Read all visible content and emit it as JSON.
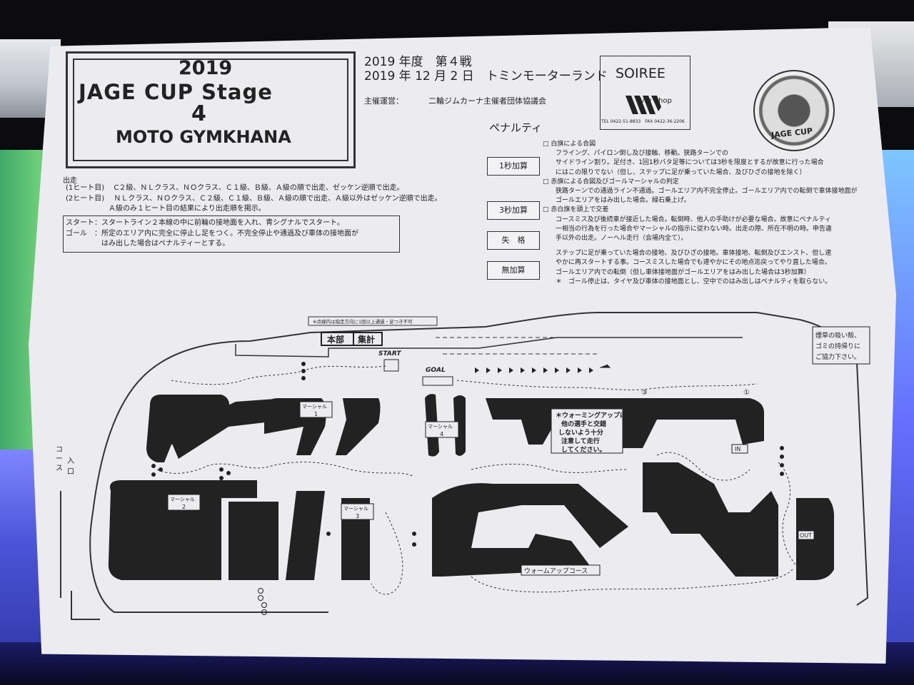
{
  "header": {
    "year": "2019",
    "cup": "JAGE CUP Stage",
    "stage": "4",
    "event": "MOTO GYMKHANA"
  },
  "meta": {
    "line1": "2019 年度　第４戦",
    "line2": "2019 年 12 月 2 日　トミンモーターランド",
    "organizer_label": "主催運営：",
    "organizer": "二輪ジムカーナ主催者団体協議会",
    "penalty_title": "ペナルティ"
  },
  "sponsor": {
    "name": "SOIREE",
    "tagline": "Tyre Shop",
    "phone": "TEL 0422-51-8833　FAX 0422-36-2206",
    "emblem": "JAGE CUP"
  },
  "rules": {
    "run_title": "出走",
    "run_lines": [
      "(1ヒート目)　 C２級、ＮＬクラス、ＮＯクラス、Ｃ１級、Ｂ級、Ａ級の順で出走、ゼッケン逆順で出走。",
      "(2ヒート目)　 ＮＬクラス、ＮＯクラス、Ｃ２級、Ｃ１級、Ｂ級、Ａ級の順で出走、Ａ級以外はゼッケン逆順で出走。",
      "Ａ級のみ１ヒート目の結果により出走順を掲示。"
    ],
    "start_lines": [
      "スタート：スタートライン２本線の中に前輪の接地面を入れ、青シグナルでスタート。",
      "ゴール　：所定のエリア内に完全に停止し足をつく。不完全停止や通過及び車体の接地面が",
      "　　　　　はみ出した場合はペナルティーとする。"
    ]
  },
  "penalties": [
    {
      "label": "1秒加算"
    },
    {
      "label": "3秒加算"
    },
    {
      "label": "失　格"
    },
    {
      "label": "無加算"
    }
  ],
  "penalty_text": [
    "□ 白旗による合図",
    "　　フライング、パイロン倒し及び接触、移動。狭路ターンでの",
    "　　サイドライン割り。足付き、1回1秒バタ足等については3秒を限度とするが故意に行った場合",
    "　　にはこの限りでない（但し、ステップに足が乗っていた場合、及びひざの接地を除く）",
    "□ 赤旗による合図及びゴールマーシャルの判定",
    "　　狭路ターンでの通過ライン不通過。ゴールエリア内不完全停止。ゴールエリア内での転倒で車体接地面が",
    "　　ゴールエリアをはみ出した場合。緑石乗上げ。",
    "□ 赤白旗を頭上で交差",
    "　　コースミス及び後続車が接近した場合。転倒時、他人の手助けが必要な場合。故意にペナルティ",
    "　　一相当の行為を行った場合やマーシャルの指示に従わない時。出走の際、所在不明の時。申告違",
    "　　手以外の出走。ノーヘル走行（会場内全て）。",
    "",
    "　　ステップに足が乗っていた場合の接地、及びひざの接地。車体接地、転倒及びエンスト、但し速",
    "　　やかに再スタートする事。コースミスした場合でも速やかにその地点迄戻ってやり直した場合。",
    "　　ゴールエリア内での転倒（但し車体接地面がゴールエリアをはみ出した場合は3秒加算）",
    "　　＊　ゴール停止は、タイヤ及び車体の接地面とし、空中でのはみ出しはペナルティを取らない。"
  ],
  "map": {
    "top_note": "※点線内は指定方向に1回以上通過・足つき不可",
    "hq": "本部",
    "tally": "集計",
    "start": "START",
    "goal": "GOAL",
    "marshal1": "マーシャル",
    "marshal1_num": "1",
    "marshal2": "マーシャル",
    "marshal2_num": "2",
    "marshal3": "マーシャル",
    "marshal3_num": "3",
    "marshal4": "マーシャル",
    "marshal4_num": "4",
    "warmup_note": [
      "＊ウォーミングアップは",
      "他の選手と交錯",
      "しないよう十分",
      "注意して走行",
      "してください。"
    ],
    "course_entrance": [
      "コ",
      "ー",
      "ス",
      "入",
      "口"
    ],
    "in_label": "IN",
    "out_label": "OUT",
    "warmup_course": "ウォームアップコース",
    "marker1": "①",
    "marker3": "③",
    "smoking_note": [
      "煙草の吸い殻、",
      "ゴミの持帰りに",
      "ご協力下さい。"
    ]
  }
}
